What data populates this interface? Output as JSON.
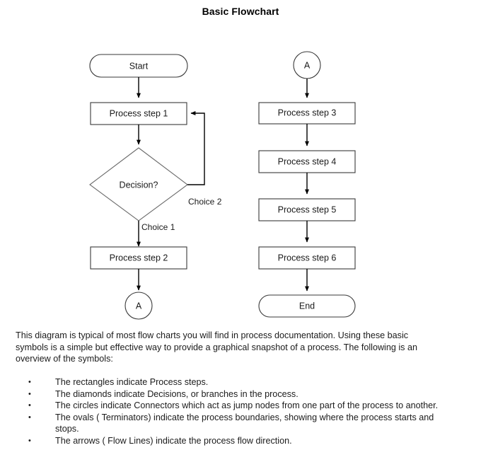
{
  "page": {
    "title": "Basic Flowchart",
    "background_color": "#ffffff",
    "text_color": "#1b1b1b",
    "shape_stroke_color": "#3a3a3a",
    "connector_color": "#000000"
  },
  "flowchart": {
    "left_column": {
      "start": {
        "label": "Start",
        "shape": "oval"
      },
      "process_1": {
        "label": "Process step 1",
        "shape": "rectangle"
      },
      "decision": {
        "label": "Decision?",
        "shape": "diamond"
      },
      "process_2": {
        "label": "Process step 2",
        "shape": "rectangle"
      },
      "connector_out": {
        "label": "A",
        "shape": "circle"
      }
    },
    "right_column": {
      "connector_in": {
        "label": "A",
        "shape": "circle"
      },
      "process_3": {
        "label": "Process step 3",
        "shape": "rectangle"
      },
      "process_4": {
        "label": "Process step 4",
        "shape": "rectangle"
      },
      "process_5": {
        "label": "Process step 5",
        "shape": "rectangle"
      },
      "process_6": {
        "label": "Process step 6",
        "shape": "rectangle"
      },
      "end": {
        "label": "End",
        "shape": "oval"
      }
    },
    "edge_labels": {
      "choice_1": "Choice 1",
      "choice_2": "Choice 2"
    }
  },
  "description": {
    "paragraph": "This diagram is typical of most flow charts you will find in process documentation. Using these basic symbols is a simple but effective way to provide a graphical snapshot of a process. The following is an overview of the symbols:",
    "bullet_marker": "•",
    "bullets": [
      "The rectangles indicate Process steps.",
      "The diamonds indicate Decisions, or branches in the process.",
      "The circles indicate Connectors which act as jump nodes from one part of the process to another.",
      "The ovals ( Terminators) indicate the process boundaries, showing where the process starts and stops.",
      "The arrows ( Flow Lines) indicate the process flow direction."
    ]
  }
}
